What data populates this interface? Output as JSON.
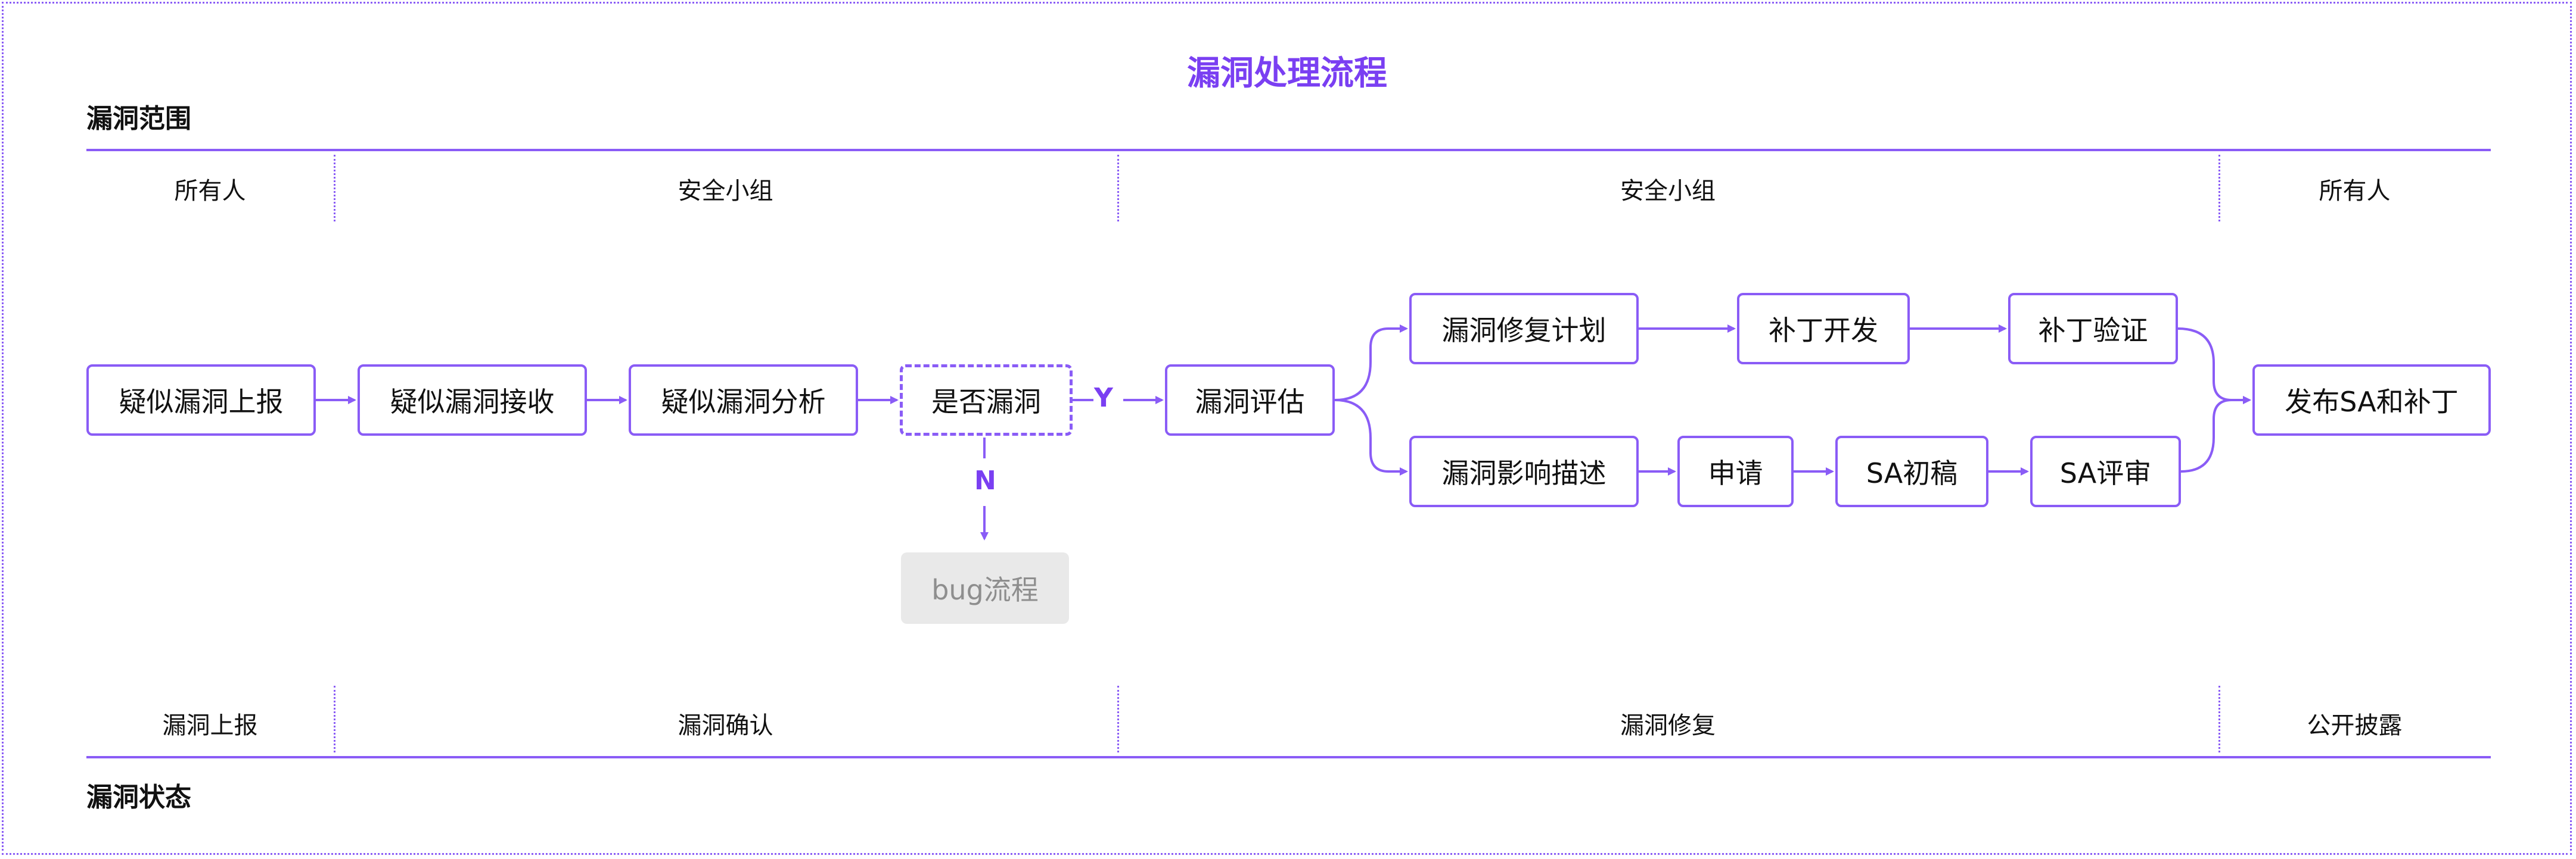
{
  "title": "漏洞处理流程",
  "sections": {
    "top": "漏洞范围",
    "bottom": "漏洞状态"
  },
  "lanes_top": [
    "所有人",
    "安全小组",
    "安全小组",
    "所有人"
  ],
  "lanes_bottom": [
    "漏洞上报",
    "漏洞确认",
    "漏洞修复",
    "公开披露"
  ],
  "nodes": {
    "report": "疑似漏洞上报",
    "receive": "疑似漏洞接收",
    "analyze": "疑似漏洞分析",
    "decision": "是否漏洞",
    "assess": "漏洞评估",
    "fix_plan": "漏洞修复计划",
    "patch_dev": "补丁开发",
    "patch_verify": "补丁验证",
    "impact_desc": "漏洞影响描述",
    "apply": "申请",
    "sa_draft": "SA初稿",
    "sa_review": "SA评审",
    "publish": "发布SA和补丁",
    "bug_flow": "bug流程"
  },
  "edge_labels": {
    "yes": "Y",
    "no": "N"
  },
  "colors": {
    "accent": "#8a5cf6",
    "title": "#7a3ff2",
    "grey_box": "#e9e9e9"
  }
}
